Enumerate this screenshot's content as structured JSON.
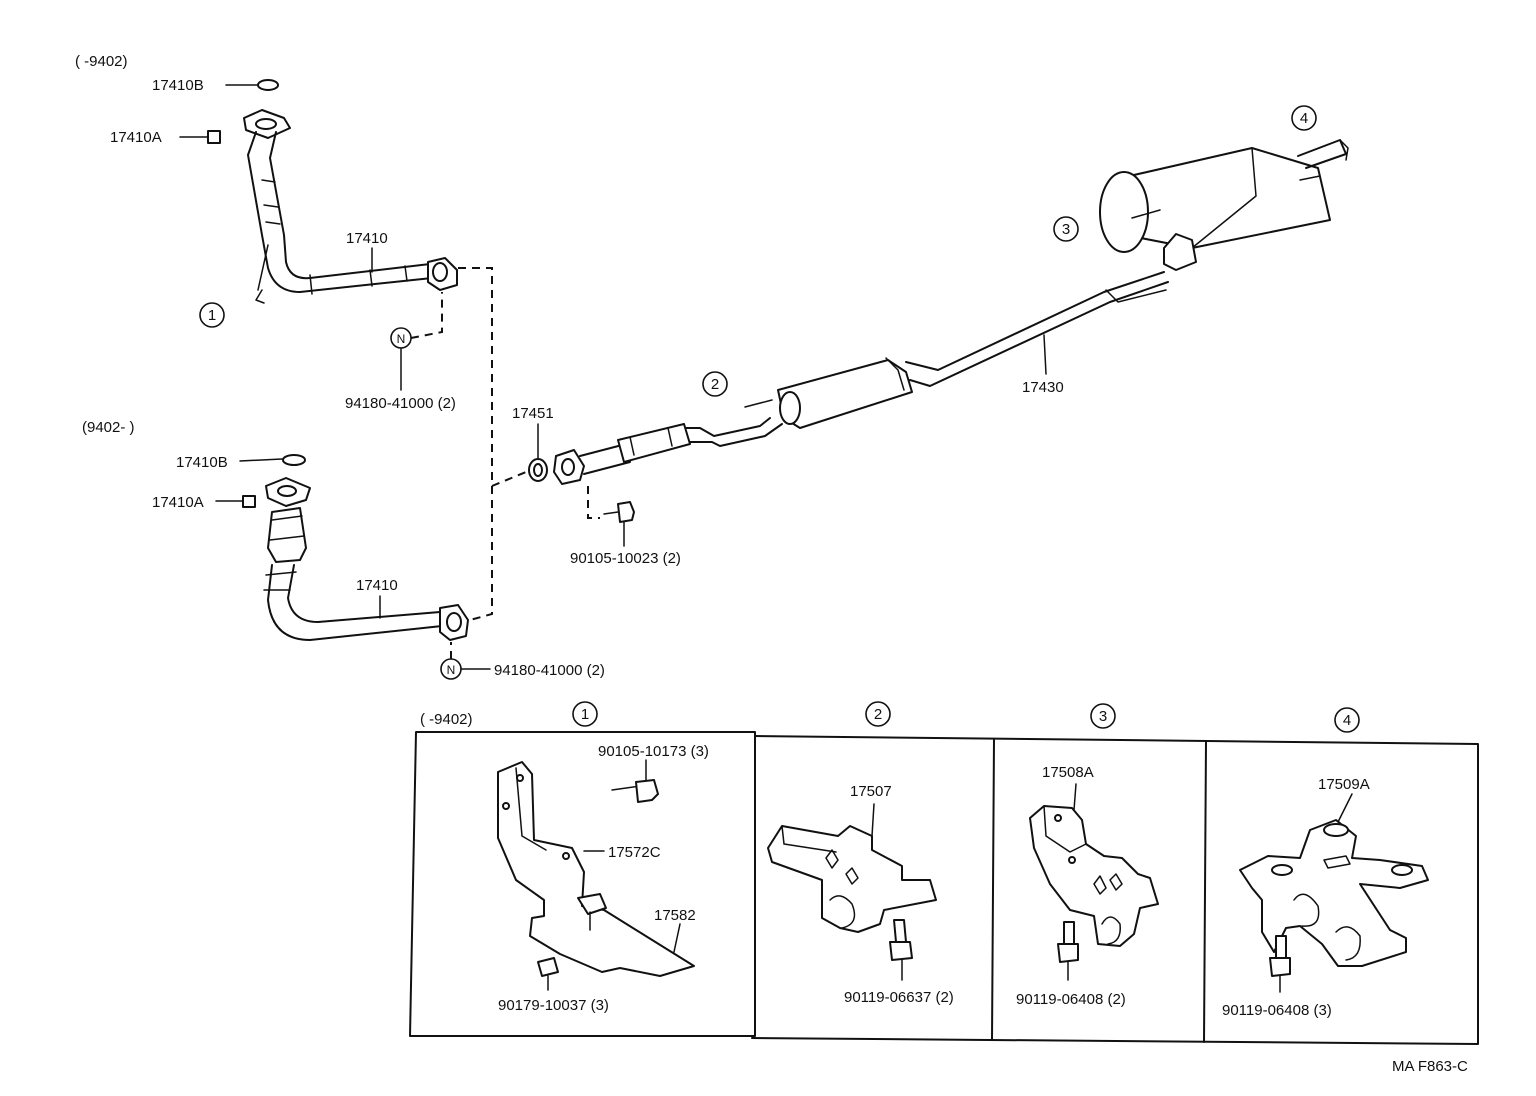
{
  "diagram": {
    "ref_code": "MA F863-C",
    "variants": {
      "early": "(      -9402)",
      "late": "(9402-      )"
    },
    "part_labels": {
      "p17410b_early": "17410B",
      "p17410a_early": "17410A",
      "p17410_early": "17410",
      "gasket_early": "94180-41000 (2)",
      "p17410b_late": "17410B",
      "p17410a_late": "17410A",
      "p17410_late": "17410",
      "gasket_late": "94180-41000 (2)",
      "p17451": "17451",
      "bolt_90105_10023": "90105-10023 (2)",
      "p17430": "17430"
    },
    "callouts": {
      "c1": "1",
      "c2": "2",
      "c3": "3",
      "c4": "4",
      "n_mark": "N"
    },
    "detail_panels": [
      {
        "callout": "1",
        "variant": "(      -9402)",
        "labels": [
          "90105-10173 (3)",
          "17572C",
          "17582",
          "90179-10037 (3)"
        ]
      },
      {
        "callout": "2",
        "labels": [
          "17507",
          "90119-06637 (2)"
        ]
      },
      {
        "callout": "3",
        "labels": [
          "17508A",
          "90119-06408 (2)"
        ]
      },
      {
        "callout": "4",
        "labels": [
          "17509A",
          "90119-06408 (3)"
        ]
      }
    ]
  }
}
